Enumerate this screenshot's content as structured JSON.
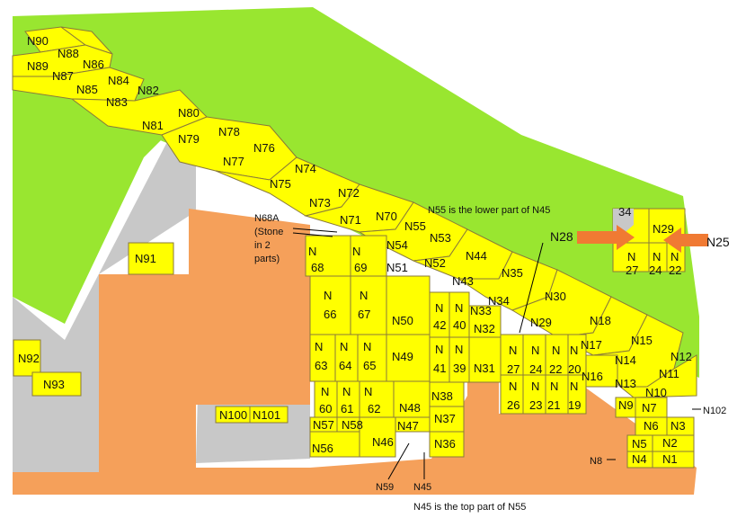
{
  "colors": {
    "grass": "#99e630",
    "road": "#c8c8c8",
    "building": "#f5a05a",
    "plot": "#ffff00",
    "plot_border": "#8a7a3a",
    "arrow": "#f07a33"
  },
  "plots": {
    "n90": "N90",
    "n88": "N88",
    "n89": "N89",
    "n87": "N87",
    "n86": "N86",
    "n84": "N84",
    "n85": "N85",
    "n83": "N83",
    "n82": "N82",
    "n81": "N81",
    "n80": "N80",
    "n79": "N79",
    "n78": "N78",
    "n77": "N77",
    "n76": "N76",
    "n75": "N75",
    "n74": "N74",
    "n73": "N73",
    "n72": "N72",
    "n71": "N71",
    "n70": "N70",
    "n55": "N55",
    "n54": "N54",
    "n53": "N53",
    "n52": "N52",
    "n51": "N51",
    "n44": "N44",
    "n43": "N43",
    "n35": "N35",
    "n34": "N34",
    "n33": "N33",
    "n32": "N32",
    "n30": "N30",
    "n29": "N29",
    "n18": "N18",
    "n17": "N17",
    "n16": "N16",
    "n15": "N15",
    "n14": "N14",
    "n13": "N13",
    "n12": "N12",
    "n11": "N11",
    "n10": "N10",
    "n9": "N9",
    "n7": "N7",
    "n6": "N6",
    "n3": "N3",
    "n5": "N5",
    "n2": "N2",
    "n4": "N4",
    "n1": "N1",
    "n50": "N50",
    "n49": "N49",
    "n48": "N48",
    "n47": "N47",
    "n46": "N46",
    "n38": "N38",
    "n37": "N37",
    "n36": "N36",
    "n31": "N31",
    "n56": "N56",
    "n57": "N57",
    "n58": "N58",
    "n91": "N91",
    "n92": "N92",
    "n93": "N93",
    "n100": "N100",
    "n101": "N101",
    "n68_top": "N",
    "n68_bot": "68",
    "n69_top": "N",
    "n69_bot": "69",
    "n66_top": "N",
    "n66_bot": "66",
    "n67_top": "N",
    "n67_bot": "67",
    "n63_top": "N",
    "n63_bot": "63",
    "n64_top": "N",
    "n64_bot": "64",
    "n65_top": "N",
    "n65_bot": "65",
    "n60_top": "N",
    "n60_bot": "60",
    "n61_top": "N",
    "n61_bot": "61",
    "n62_top": "N",
    "n62_bot": "62",
    "n42_top": "N",
    "n42_bot": "42",
    "n40_top": "N",
    "n40_bot": "40",
    "n41_top": "N",
    "n41_bot": "41",
    "n39_top": "N",
    "n39_bot": "39",
    "n27_top": "N",
    "n27_bot": "27",
    "n24_top": "N",
    "n24_bot": "24",
    "n22_top": "N",
    "n22_bot": "22",
    "n20_top": "N",
    "n20_bot": "20",
    "n26_top": "N",
    "n26_bot": "26",
    "n23_top": "N",
    "n23_bot": "23",
    "n21_top": "N",
    "n21_bot": "21",
    "n19_top": "N",
    "n19_bot": "19",
    "inset_n34": "34",
    "inset_n29": "N29",
    "inset_a_top": "N",
    "inset_a_bot": "27",
    "inset_b_top": "N",
    "inset_b_bot": "24",
    "inset_c_top": "N",
    "inset_c_bot": "22"
  },
  "callouts": {
    "n68a_l1": "N68A",
    "n68a_l2": "(Stone",
    "n68a_l3": "in 2",
    "n68a_l4": "parts)",
    "n28": "N28",
    "n25": "N25",
    "n102": "N102",
    "n8": "N8",
    "n59": "N59",
    "n45": "N45",
    "note_top": "N55 is the lower part of N45",
    "note_bottom": "N45 is the top part of N55"
  }
}
